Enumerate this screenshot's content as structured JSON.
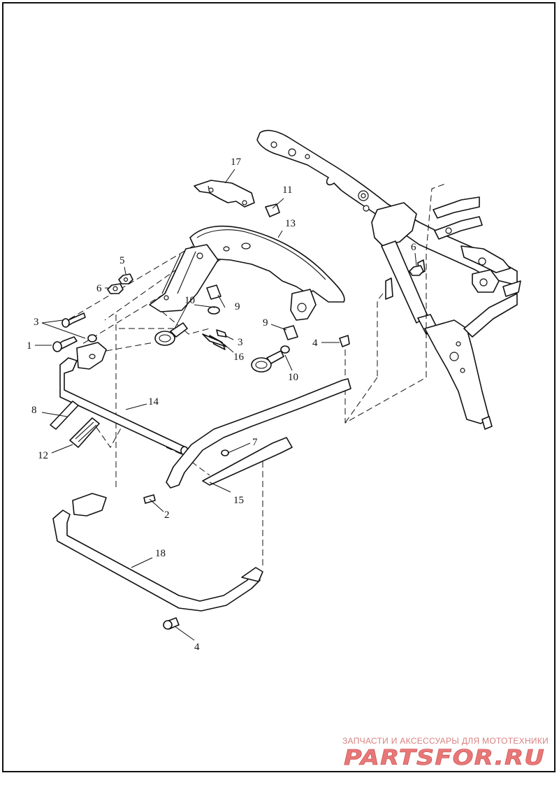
{
  "diagram": {
    "type": "exploded-parts-diagram",
    "callouts": {
      "c1": "1",
      "c2": "2",
      "c3a": "3",
      "c3b": "3",
      "c4a": "4",
      "c4b": "4",
      "c5": "5",
      "c6a": "6",
      "c6b": "6",
      "c7": "7",
      "c8": "8",
      "c9a": "9",
      "c9b": "9",
      "c10a": "10",
      "c10b": "10",
      "c11": "11",
      "c12": "12",
      "c13": "13",
      "c14": "14",
      "c15": "15",
      "c16": "16",
      "c17": "17",
      "c18": "18"
    }
  },
  "watermark": {
    "caption": "ЗАПЧАСТИ И АКСЕССУАРЫ ДЛЯ МОТОТЕХНИКИ",
    "logo": "PARTSFOR.RU",
    "color": "#e87878"
  }
}
